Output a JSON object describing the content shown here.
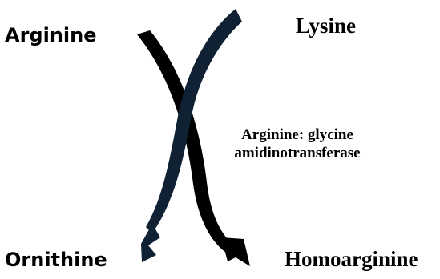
{
  "diagram": {
    "substrates": {
      "left_top": "Arginine",
      "right_top": "Lysine"
    },
    "products": {
      "left_bottom": "Ornithine",
      "right_bottom": "Homoarginine"
    },
    "enzyme": {
      "line1": "Arginine: glycine",
      "line2": "amidinotransferase"
    },
    "colors": {
      "arrow_navy": "#0f2133",
      "arrow_black": "#000000",
      "text": "#000000",
      "background": "#ffffff"
    },
    "icons": [
      "curved-arrow-arginine-to-homoarginine",
      "curved-arrow-lysine-to-ornithine"
    ]
  }
}
